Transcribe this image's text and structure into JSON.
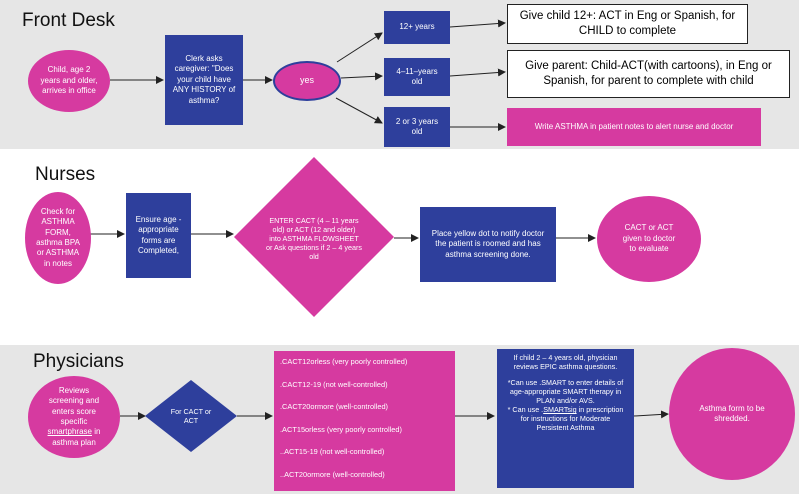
{
  "lanes": {
    "front_desk": "Front Desk",
    "nurses": "Nurses",
    "physicians": "Physicians"
  },
  "front_desk": {
    "child_arrives": "Child, age 2 years and older, arrives in office",
    "clerk_asks": "Clerk asks caregiver: \"Does your child have ANY HISTORY of asthma?",
    "yes": "yes",
    "age_12": "12+ years",
    "age_4_11": "4–11–years old",
    "age_2_3": "2 or 3 years old",
    "give_child": "Give child 12+: ACT in Eng or Spanish, for CHILD to complete",
    "give_parent": "Give parent: Child-ACT(with cartoons), in Eng or Spanish, for parent to complete with child",
    "write_asthma": "Write ASTHMA in patient notes to alert nurse and doctor"
  },
  "nurses": {
    "check": "Check for ASTHMA FORM, asthma BPA or ASTHMA in notes",
    "ensure": "Ensure age - appropriate forms are Completed,",
    "enter_cact": "ENTER CACT (4 – 11 years old) or ACT (12 and older) into ASTHMA FLOWSHEET or Ask questions if 2 – 4 years old",
    "yellow_dot": "Place yellow dot to notify doctor the patient is roomed and has asthma screening done.",
    "cact_given": "CACT or ACT given to doctor to evaluate"
  },
  "physicians": {
    "reviews_pre": "Reviews screening and enters score specific ",
    "reviews_ul": "smartphrase",
    "reviews_post": " in asthma plan",
    "for_cact": "For CACT or ACT",
    "codes": [
      ".CACT12orless (very poorly controlled)",
      ".CACT12-19 (not well-controlled)",
      ".CACT20ormore (well-controlled)",
      ".ACT15orless (very poorly controlled)",
      "..ACT15-19 (not well-controlled)",
      "..ACT20ormore (well-controlled)"
    ],
    "epic_1": "If child 2 – 4 years old, physician reviews EPIC asthma questions.",
    "epic_2": "*Can use .SMART to enter details of age-appropriate SMART therapy in PLAN and/or AVS.",
    "epic_3_pre": "* Can use .",
    "epic_3_ul": "SMARTsig",
    "epic_3_post": " in prescription for instructions for Moderate Persistent Asthma",
    "shredded": "Asthma form to be shredded."
  },
  "colors": {
    "blue": "#2e3f9c",
    "pink": "#d63aa0",
    "lane": "#e6e6e6"
  }
}
